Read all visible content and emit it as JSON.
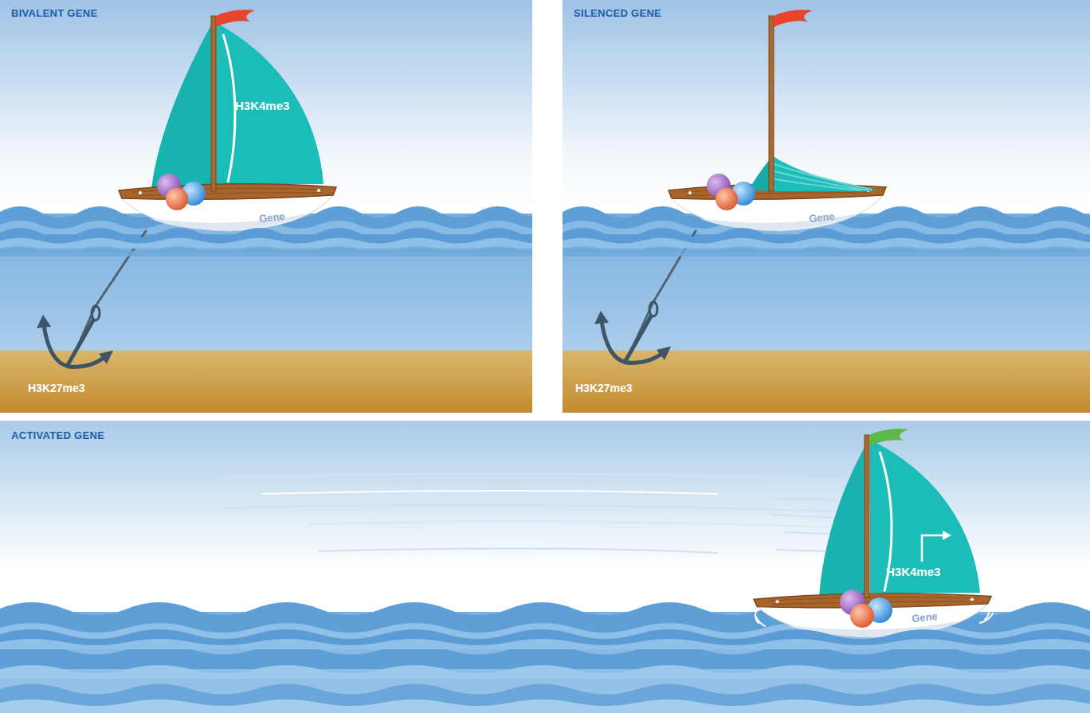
{
  "diagram": {
    "nodes": [
      {
        "text": [
          "BIVALENT GENE"
        ]
      },
      {
        "text": [
          "H3K4me3"
        ],
        "in": 0
      },
      {
        "text": [
          "Gene"
        ],
        "in": 0
      },
      {
        "text": [
          "H3K27me3"
        ],
        "in": 0
      },
      {
        "text": [
          "SILENCED GENE"
        ]
      },
      {
        "text": [
          "Gene"
        ],
        "in": 4
      },
      {
        "text": [
          "H3K27me3"
        ],
        "in": 4
      },
      {
        "text": [
          "ACTIVATED GENE"
        ]
      },
      {
        "text": [
          "H3K4me3"
        ],
        "in": 7
      },
      {
        "text": [
          "Gene"
        ],
        "in": 7
      }
    ],
    "edges": [
      {
        "from": 2,
        "to": 3,
        "arrow": "none"
      },
      {
        "from": 5,
        "to": 6,
        "arrow": "none"
      }
    ]
  }
}
